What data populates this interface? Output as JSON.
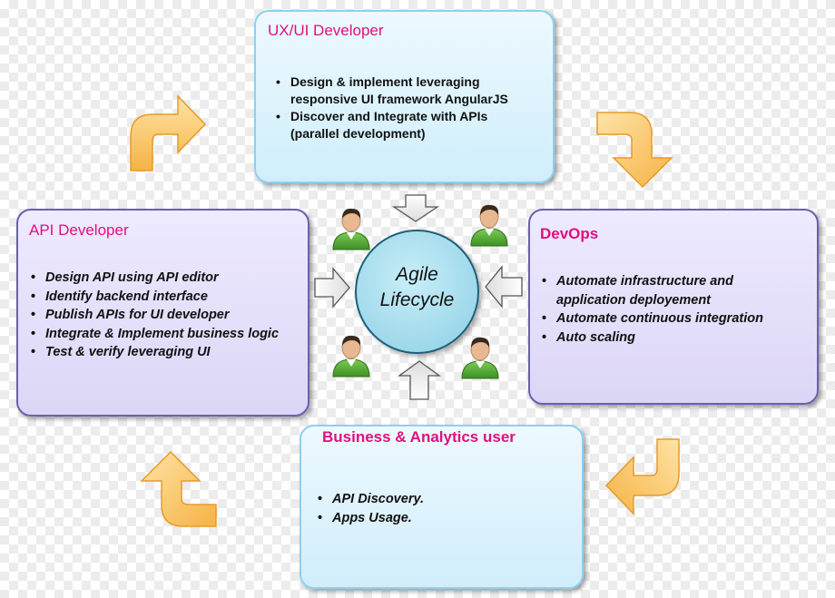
{
  "center": {
    "line1": "Agile",
    "line2": "Lifecycle"
  },
  "ux": {
    "title": "UX/UI Developer",
    "items": [
      "Design & implement leveraging responsive  UI framework AngularJS",
      "Discover and Integrate with APIs (parallel development)"
    ]
  },
  "api": {
    "title": "API Developer",
    "items": [
      "Design API using API editor",
      "Identify backend interface",
      "Publish APIs for UI developer",
      "Integrate & Implement business logic",
      "Test & verify leveraging UI"
    ]
  },
  "devops": {
    "title": "DevOps",
    "items": [
      "Automate infrastructure and application deployement",
      "Automate continuous integration",
      "Auto scaling"
    ]
  },
  "business": {
    "title": "Business & Analytics user",
    "items": [
      "API Discovery.",
      "Apps Usage."
    ]
  },
  "colors": {
    "title_pink": "#e0107e",
    "blue_box": "#cfeefb",
    "purple_box": "#dcd6f6",
    "curved_arrow": "#fbc86a",
    "circle": "#9ed8ea",
    "person_shirt": "#5fae3c"
  },
  "icons": [
    "curved-arrow-icon",
    "block-arrow-icon",
    "person-icon"
  ]
}
